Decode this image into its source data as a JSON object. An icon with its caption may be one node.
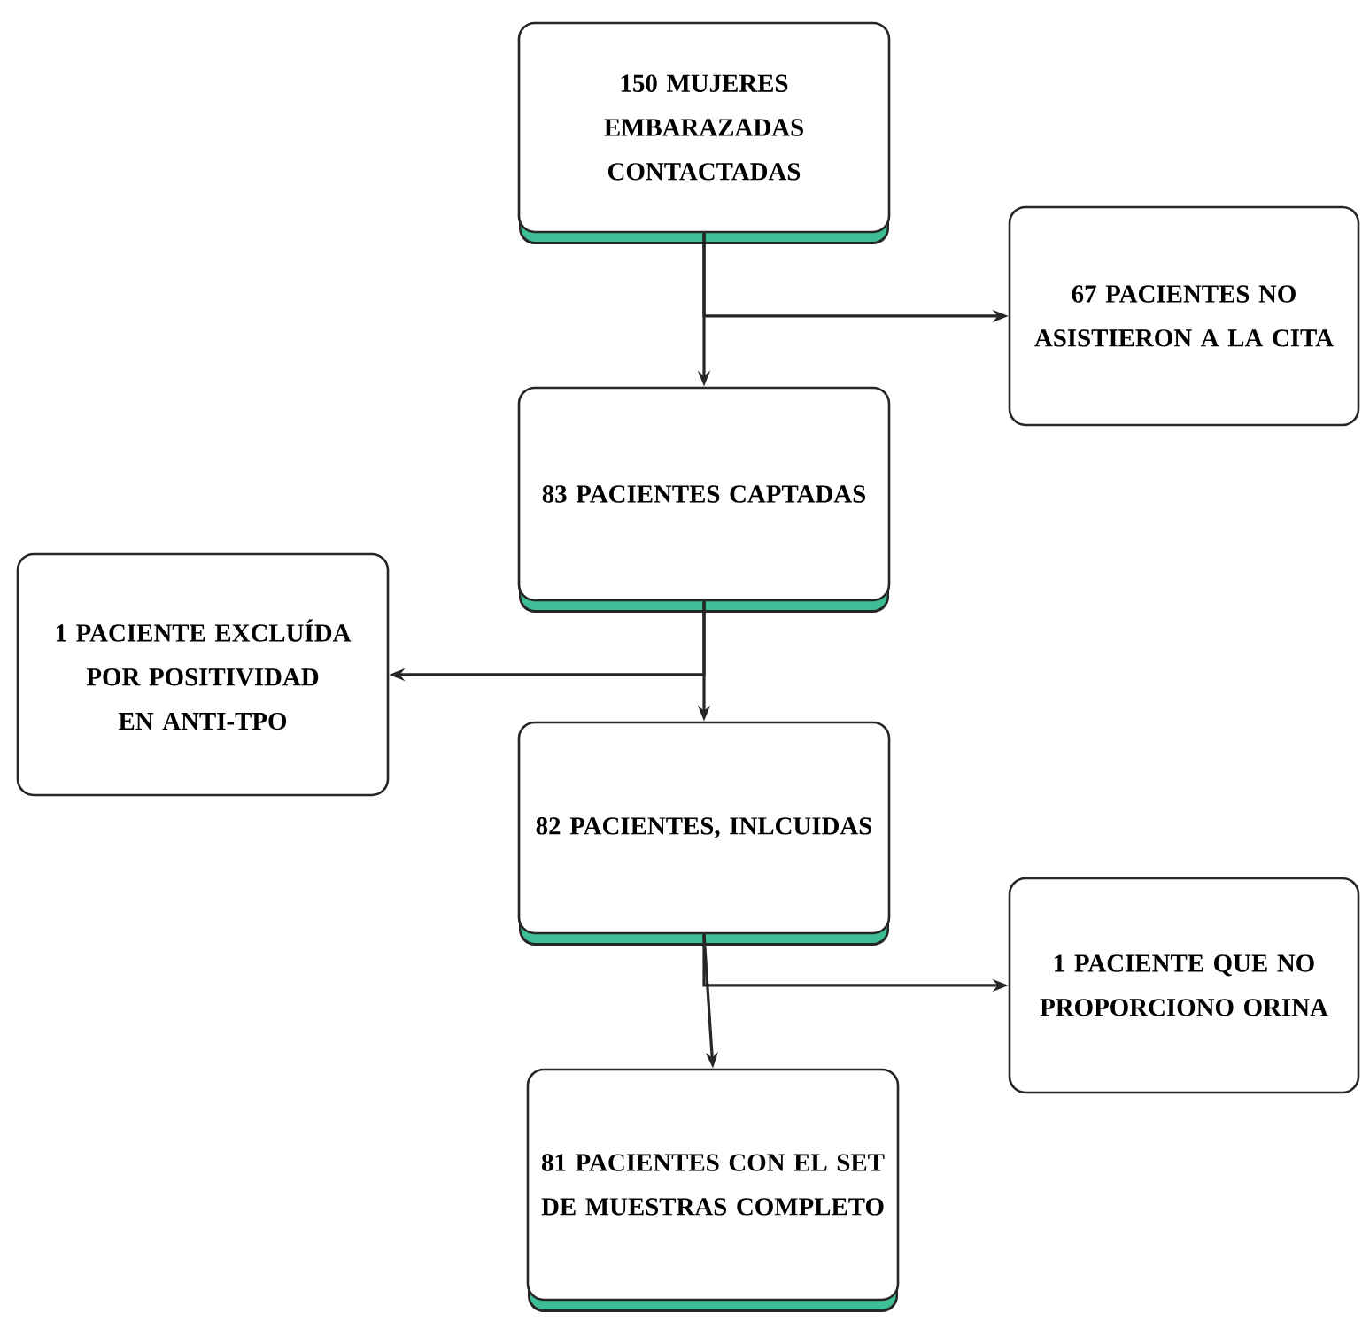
{
  "diagram": {
    "nodes": [
      {
        "text": [
          "150 MUJERES EMBARAZADAS CONTACTADAS"
        ]
      },
      {
        "text": [
          "67 PACIENTES NO ASISTIERON A LA CITA"
        ]
      },
      {
        "text": [
          "83 PACIENTES CAPTADAS"
        ]
      },
      {
        "text": [
          "1 PACIENTE EXCLUÍDA POR POSITIVIDAD EN ANTI-TPO"
        ]
      },
      {
        "text": [
          "82 PACIENTES, INLCUIDAS"
        ]
      },
      {
        "text": [
          "1 PACIENTE QUE NO PROPORCIONO ORINA"
        ]
      },
      {
        "text": [
          "81 PACIENTES CON EL SET DE MUESTRAS COMPLETO"
        ]
      }
    ],
    "edges": [
      {
        "from": 0,
        "to": 2,
        "arrow": "to"
      },
      {
        "from": 0,
        "to": 1,
        "arrow": "to"
      },
      {
        "from": 2,
        "to": 4,
        "arrow": "to"
      },
      {
        "from": 2,
        "to": 3,
        "arrow": "to"
      },
      {
        "from": 4,
        "to": 6,
        "arrow": "to"
      },
      {
        "from": 4,
        "to": 5,
        "arrow": "to"
      }
    ]
  }
}
